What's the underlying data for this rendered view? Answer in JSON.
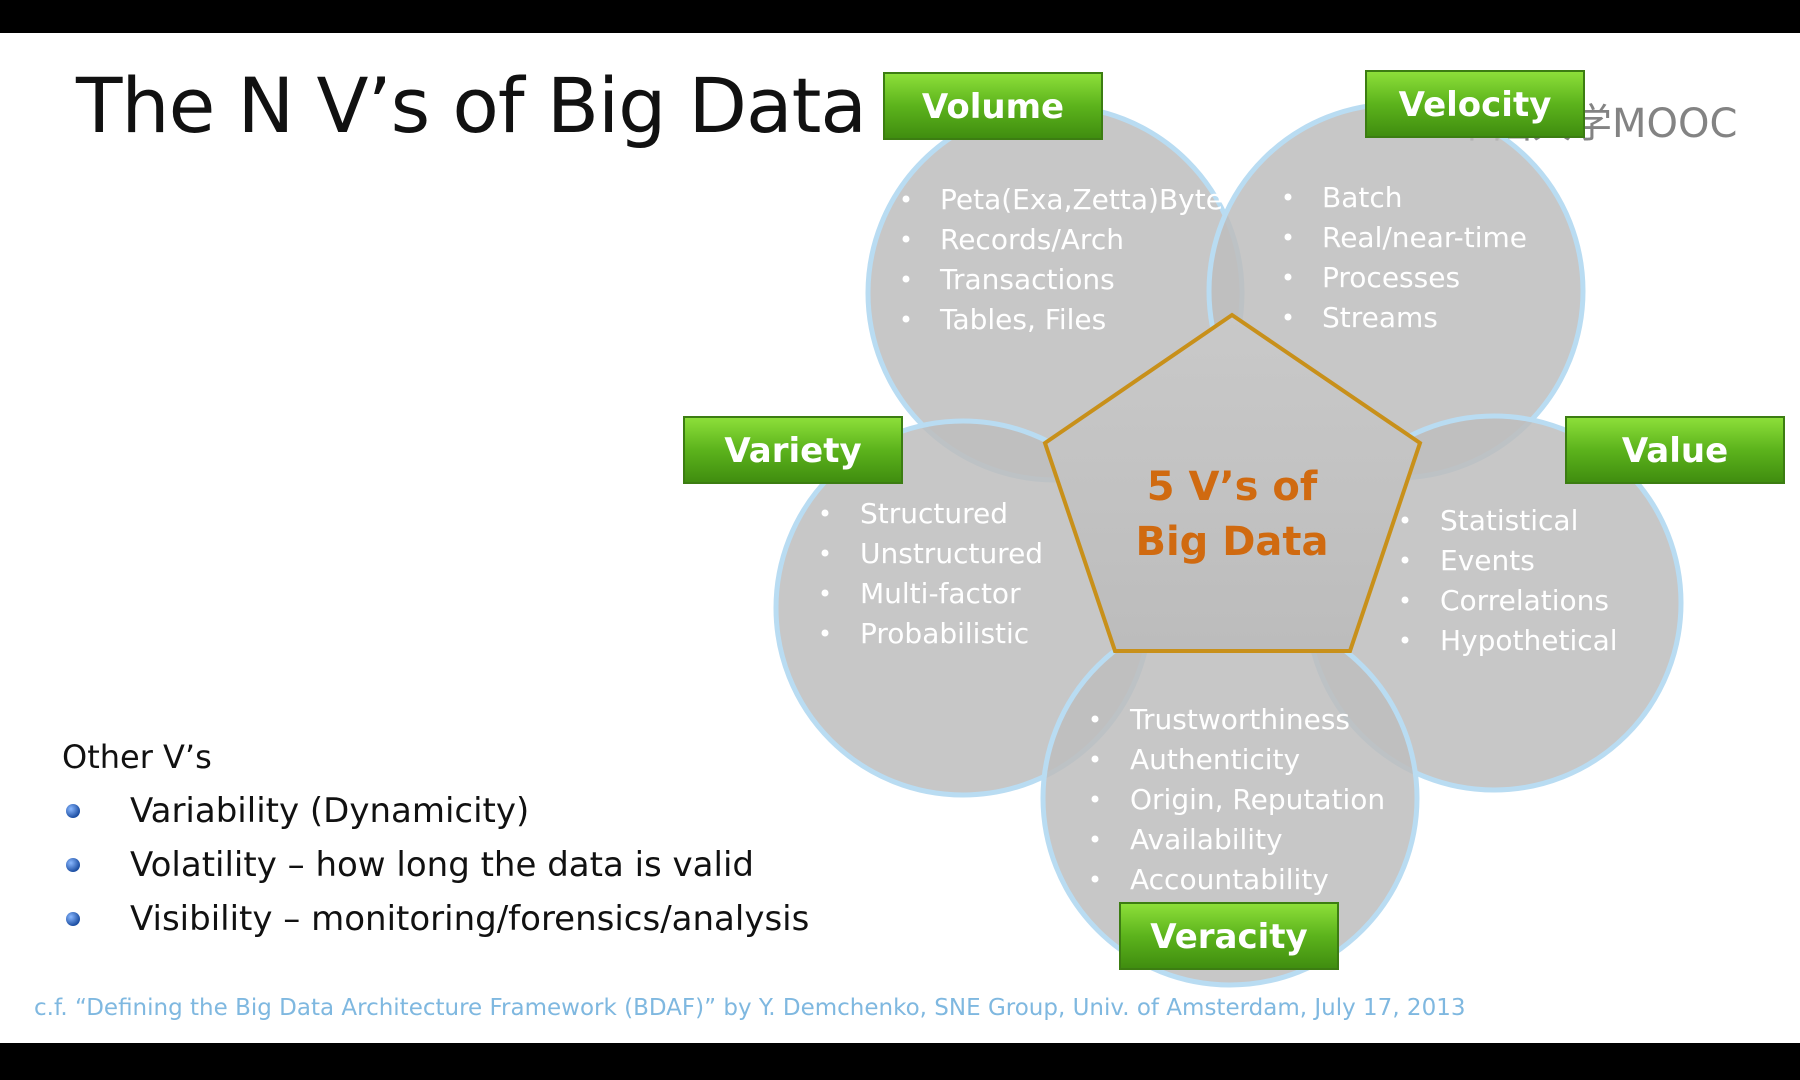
{
  "slide": {
    "title": "The N V’s of Big Data",
    "other_vs": {
      "heading": "Other V’s",
      "items": [
        "Variability (Dynamicity)",
        "Volatility – how long the data is valid",
        "Visibility – monitoring/forensics/analysis"
      ]
    },
    "citation": "c.f. “Defining the Big Data Architecture Framework (BDAF)” by Y. Demchenko, SNE Group, Univ. of Amsterdam, July 17, 2013",
    "watermark": "中国大学MOOC"
  },
  "diagram": {
    "center": {
      "line1": "5 V’s of",
      "line2": "Big Data"
    },
    "volume": {
      "label": "Volume",
      "items": [
        "Peta(Exa,Zetta)Byte",
        "Records/Arch",
        "Transactions",
        "Tables, Files"
      ]
    },
    "velocity": {
      "label": "Velocity",
      "items": [
        "Batch",
        "Real/near-time",
        "Processes",
        "Streams"
      ]
    },
    "variety": {
      "label": "Variety",
      "items": [
        "Structured",
        "Unstructured",
        "Multi-factor",
        "Probabilistic"
      ]
    },
    "value": {
      "label": "Value",
      "items": [
        "Statistical",
        "Events",
        "Correlations",
        "Hypothetical"
      ]
    },
    "veracity": {
      "label": "Veracity",
      "items": [
        "Trustworthiness",
        "Authenticity",
        "Origin, Reputation",
        "Availability",
        "Accountability"
      ]
    }
  },
  "colors": {
    "tag_green": "#5cb31c",
    "circle_fill": "#bdbdbd",
    "circle_stroke": "#b9dcf2",
    "pentagon_stroke": "#c8901a",
    "center_text": "#d06a10"
  }
}
